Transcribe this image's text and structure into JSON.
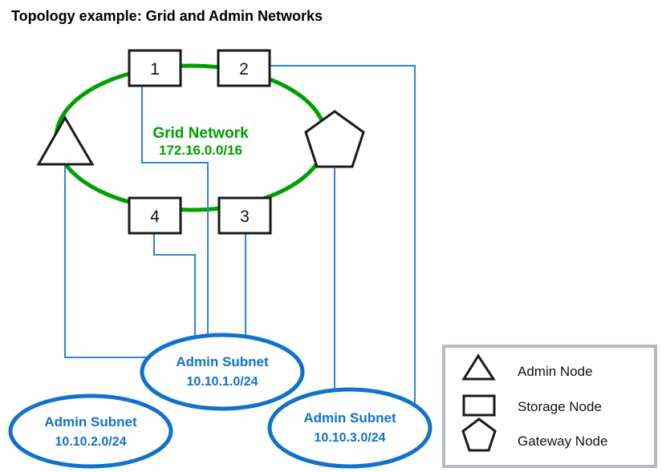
{
  "title": "Topology example: Grid and Admin Networks",
  "grid_network": {
    "label": "Grid Network",
    "cidr": "172.16.0.0/16"
  },
  "storage_nodes": [
    {
      "label": "1"
    },
    {
      "label": "2"
    },
    {
      "label": "3"
    },
    {
      "label": "4"
    }
  ],
  "admin_subnets": [
    {
      "label": "Admin Subnet",
      "cidr": "10.10.1.0/24"
    },
    {
      "label": "Admin Subnet",
      "cidr": "10.10.2.0/24"
    },
    {
      "label": "Admin Subnet",
      "cidr": "10.10.3.0/24"
    }
  ],
  "legend": {
    "items": [
      {
        "shape": "triangle-icon",
        "label": "Admin Node"
      },
      {
        "shape": "square-icon",
        "label": "Storage Node"
      },
      {
        "shape": "pentagon-icon",
        "label": "Gateway Node"
      }
    ]
  },
  "colors": {
    "grid_green": "#00a000",
    "subnet_blue": "#0f72cc",
    "connector_blue": "#2e86d8",
    "node_black": "#1a1a1a",
    "legend_border": "#b3bac4",
    "title_black": "#000000"
  }
}
